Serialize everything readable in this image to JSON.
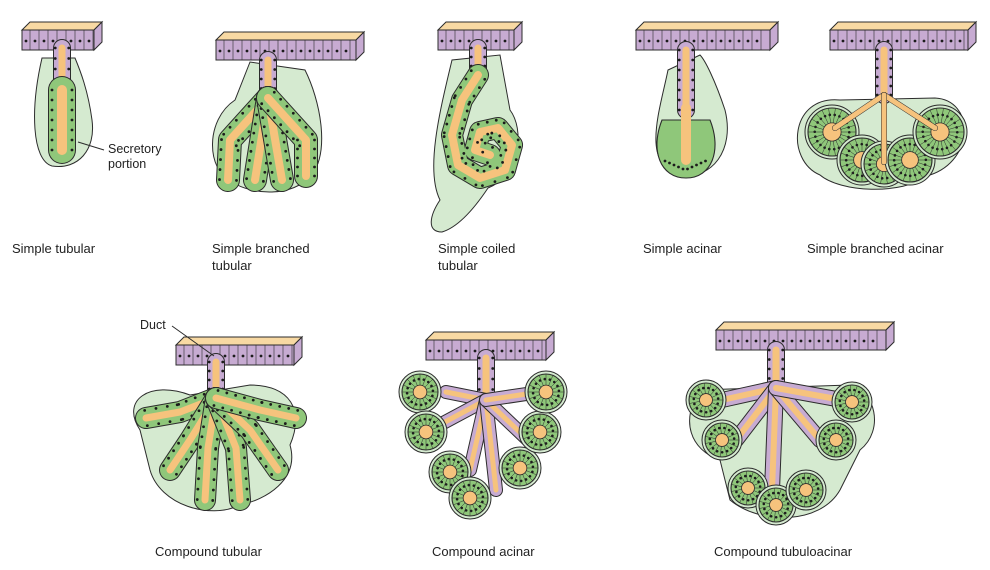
{
  "colors": {
    "duct_fill": "#f6c37d",
    "surface_top": "#f8d9a3",
    "duct_cell": "#c7abd2",
    "secretory_cell": "#8fc77a",
    "capsule": "#d5ead0",
    "outline": "#2c2c2c",
    "nucleus": "#1c1c1c"
  },
  "annotations": {
    "secretory_portion": "Secretory\nportion",
    "duct": "Duct"
  },
  "glands": [
    {
      "id": "simple-tubular",
      "caption": "Simple tubular",
      "icon": "simple-tubular-gland"
    },
    {
      "id": "simple-branched-tubular",
      "caption": "Simple branched\ntubular",
      "icon": "simple-branched-tubular-gland"
    },
    {
      "id": "simple-coiled-tubular",
      "caption": "Simple coiled\ntubular",
      "icon": "simple-coiled-tubular-gland"
    },
    {
      "id": "simple-acinar",
      "caption": "Simple acinar",
      "icon": "simple-acinar-gland"
    },
    {
      "id": "simple-branched-acinar",
      "caption": "Simple branched acinar",
      "icon": "simple-branched-acinar-gland"
    },
    {
      "id": "compound-tubular",
      "caption": "Compound tubular",
      "icon": "compound-tubular-gland"
    },
    {
      "id": "compound-acinar",
      "caption": "Compound acinar",
      "icon": "compound-acinar-gland"
    },
    {
      "id": "compound-tubuloacinar",
      "caption": "Compound tubuloacinar",
      "icon": "compound-tubuloacinar-gland"
    }
  ]
}
